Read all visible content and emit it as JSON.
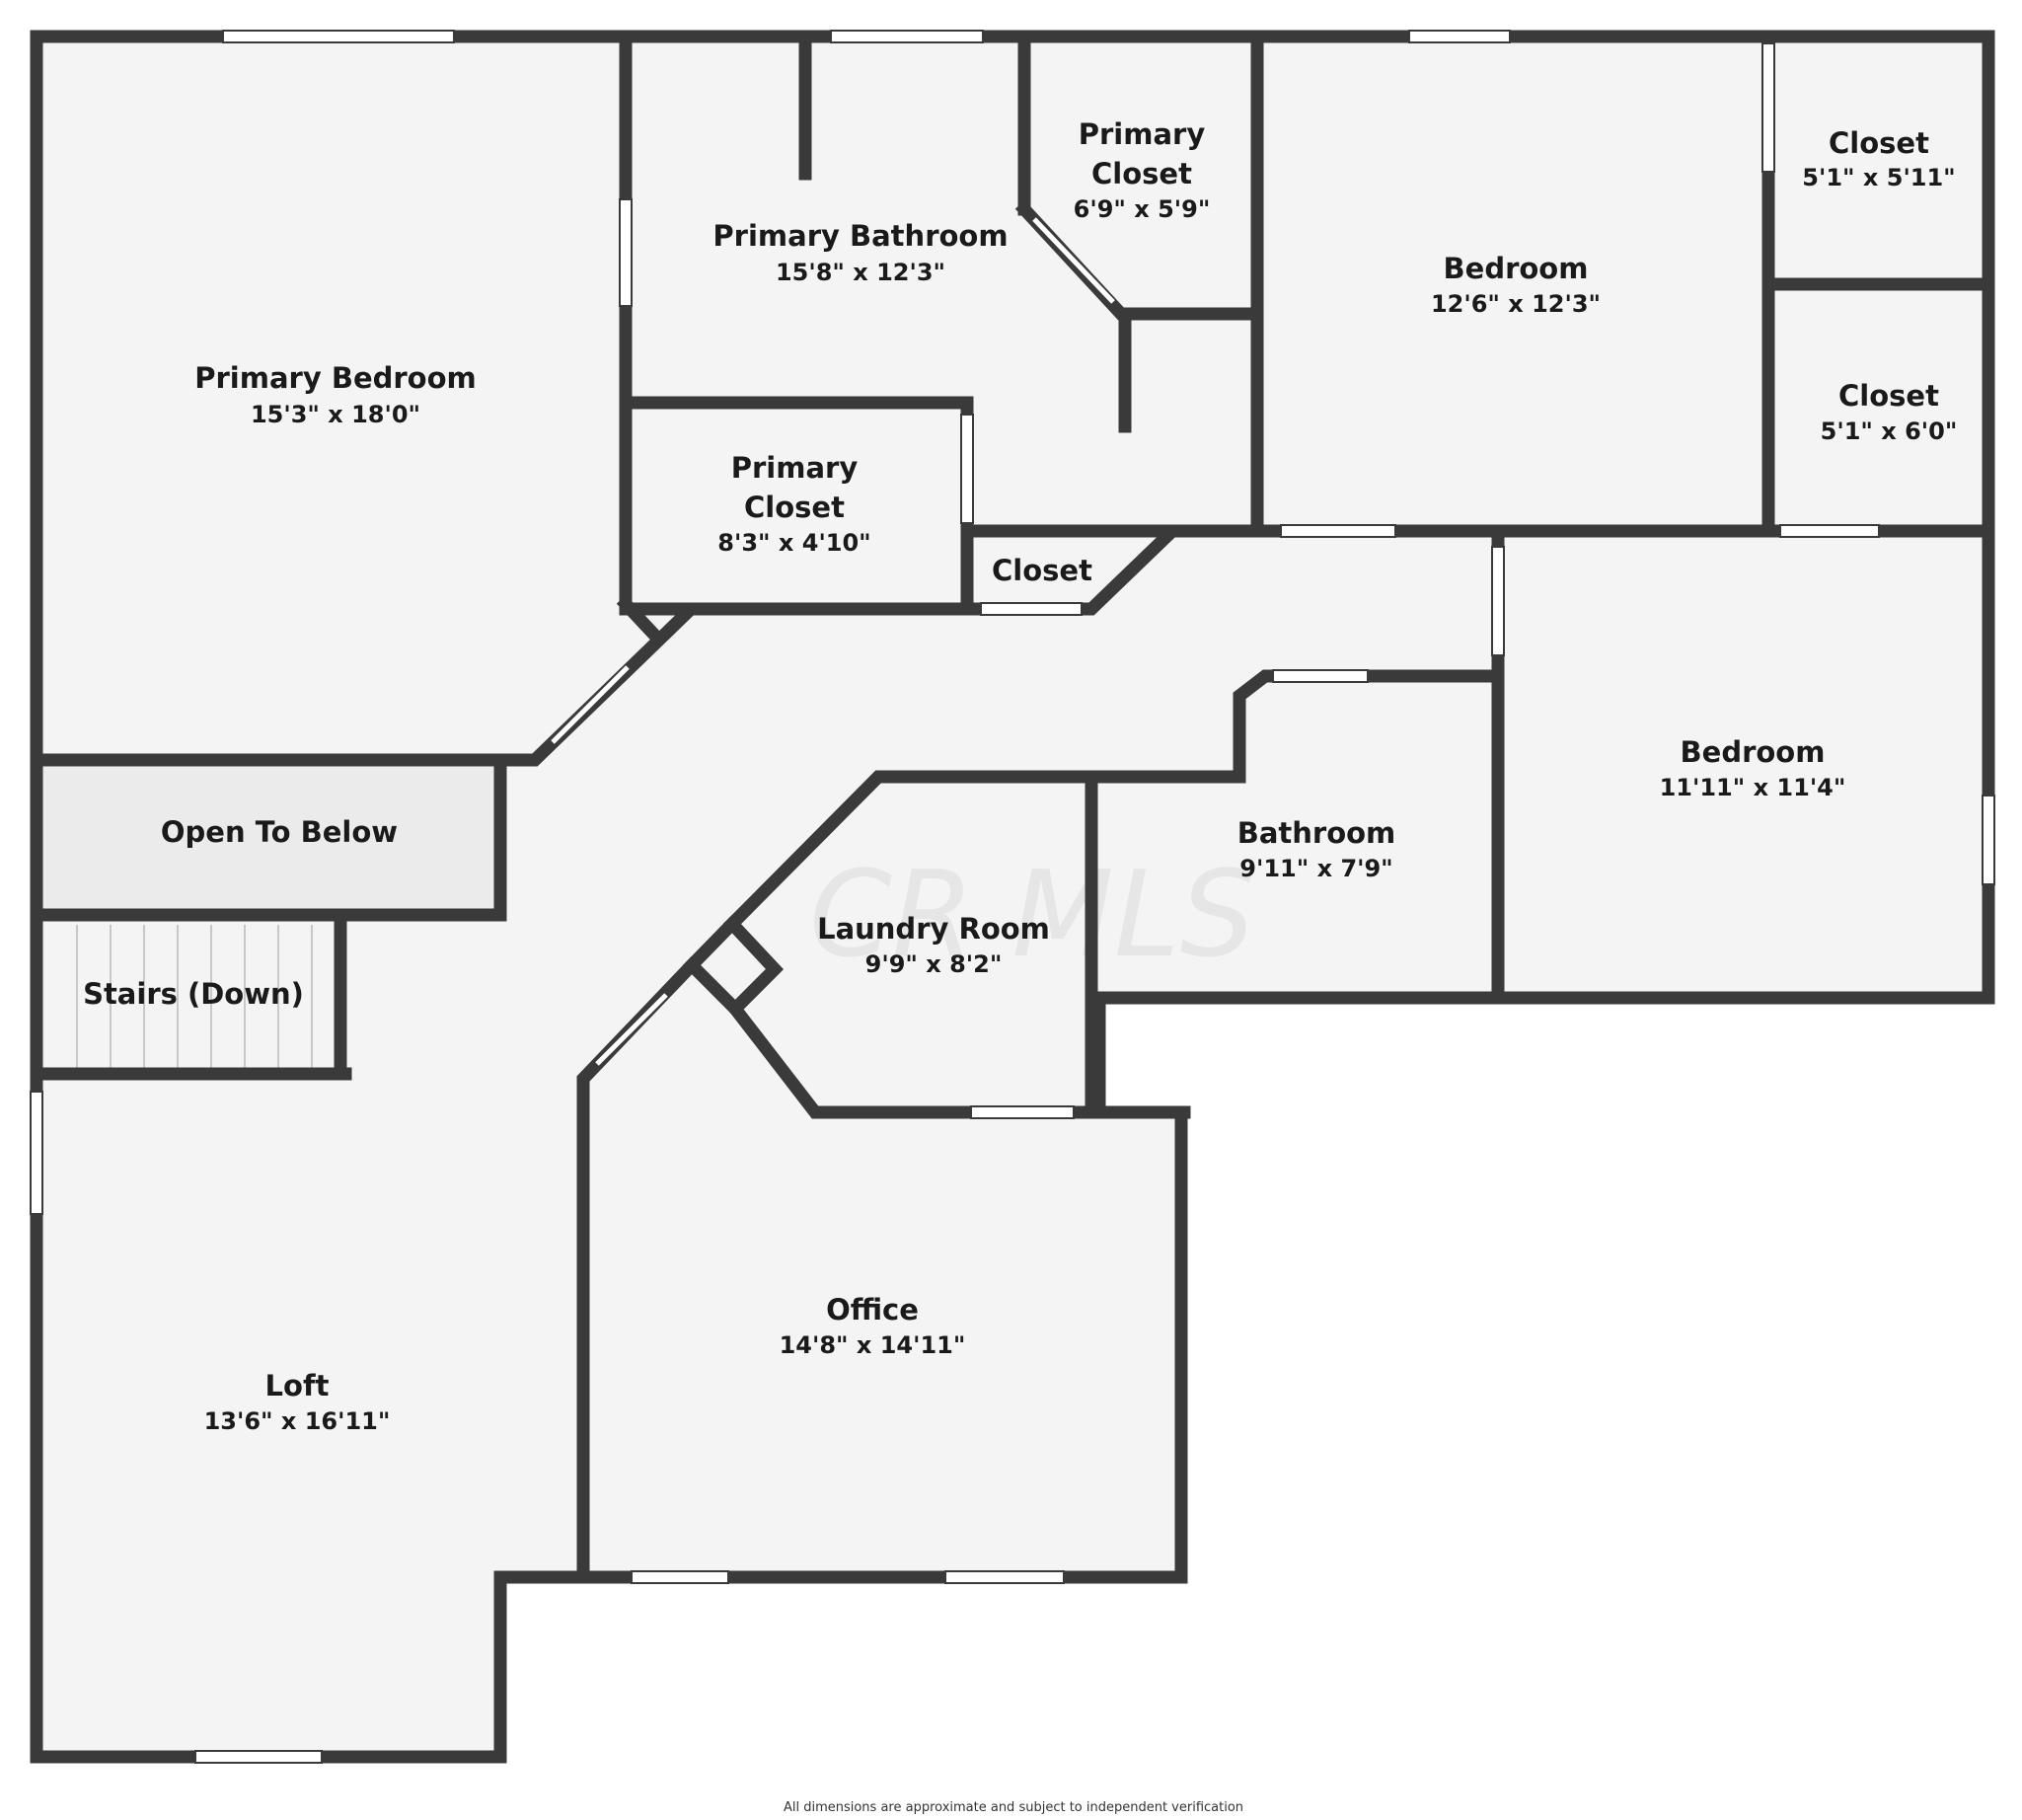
{
  "watermark": "CR MLS",
  "disclaimer": "All dimensions are approximate and subject to independent verification",
  "colors": {
    "wall": "#3a3a3a",
    "floor": "#f4f4f4",
    "open_area": "#ebebeb",
    "window": "#ffffff"
  },
  "rooms": {
    "primary_bedroom": {
      "name": "Primary Bedroom",
      "dims": "15'3\" x 18'0\""
    },
    "primary_bathroom": {
      "name": "Primary Bathroom",
      "dims": "15'8\" x 12'3\""
    },
    "primary_closet_upper": {
      "name_line1": "Primary",
      "name_line2": "Closet",
      "dims": "6'9\" x 5'9\""
    },
    "primary_closet_lower": {
      "name_line1": "Primary",
      "name_line2": "Closet",
      "dims": "8'3\" x 4'10\""
    },
    "bedroom_top": {
      "name": "Bedroom",
      "dims": "12'6\" x 12'3\""
    },
    "closet_top_right": {
      "name": "Closet",
      "dims": "5'1\" x 5'11\""
    },
    "closet_mid_right": {
      "name": "Closet",
      "dims": "5'1\" x 6'0\""
    },
    "closet_hall": {
      "name": "Closet"
    },
    "open_to_below": {
      "name": "Open To Below"
    },
    "stairs": {
      "name": "Stairs (Down)"
    },
    "bedroom_right": {
      "name": "Bedroom",
      "dims": "11'11\" x 11'4\""
    },
    "bathroom": {
      "name": "Bathroom",
      "dims": "9'11\" x 7'9\""
    },
    "laundry": {
      "name": "Laundry Room",
      "dims": "9'9\" x 8'2\""
    },
    "office": {
      "name": "Office",
      "dims": "14'8\" x 14'11\""
    },
    "loft": {
      "name": "Loft",
      "dims": "13'6\" x 16'11\""
    }
  }
}
